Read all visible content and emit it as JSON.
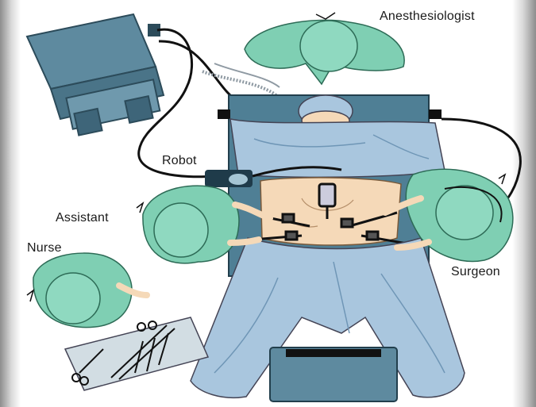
{
  "labels": {
    "anesthesiologist": "Anesthesiologist",
    "robot": "Robot",
    "assistant": "Assistant",
    "nurse": "Nurse",
    "surgeon": "Surgeon"
  },
  "colors": {
    "drape": "#a9c6de",
    "drape_dark": "#6f96b6",
    "gown": "#7fcfb3",
    "gown_dark": "#3f9a7c",
    "skin": "#f5d9b8",
    "table": "#4f7f95",
    "robot_unit": "#5e8a9f",
    "instruments": "#222222",
    "cable": "#111111"
  }
}
